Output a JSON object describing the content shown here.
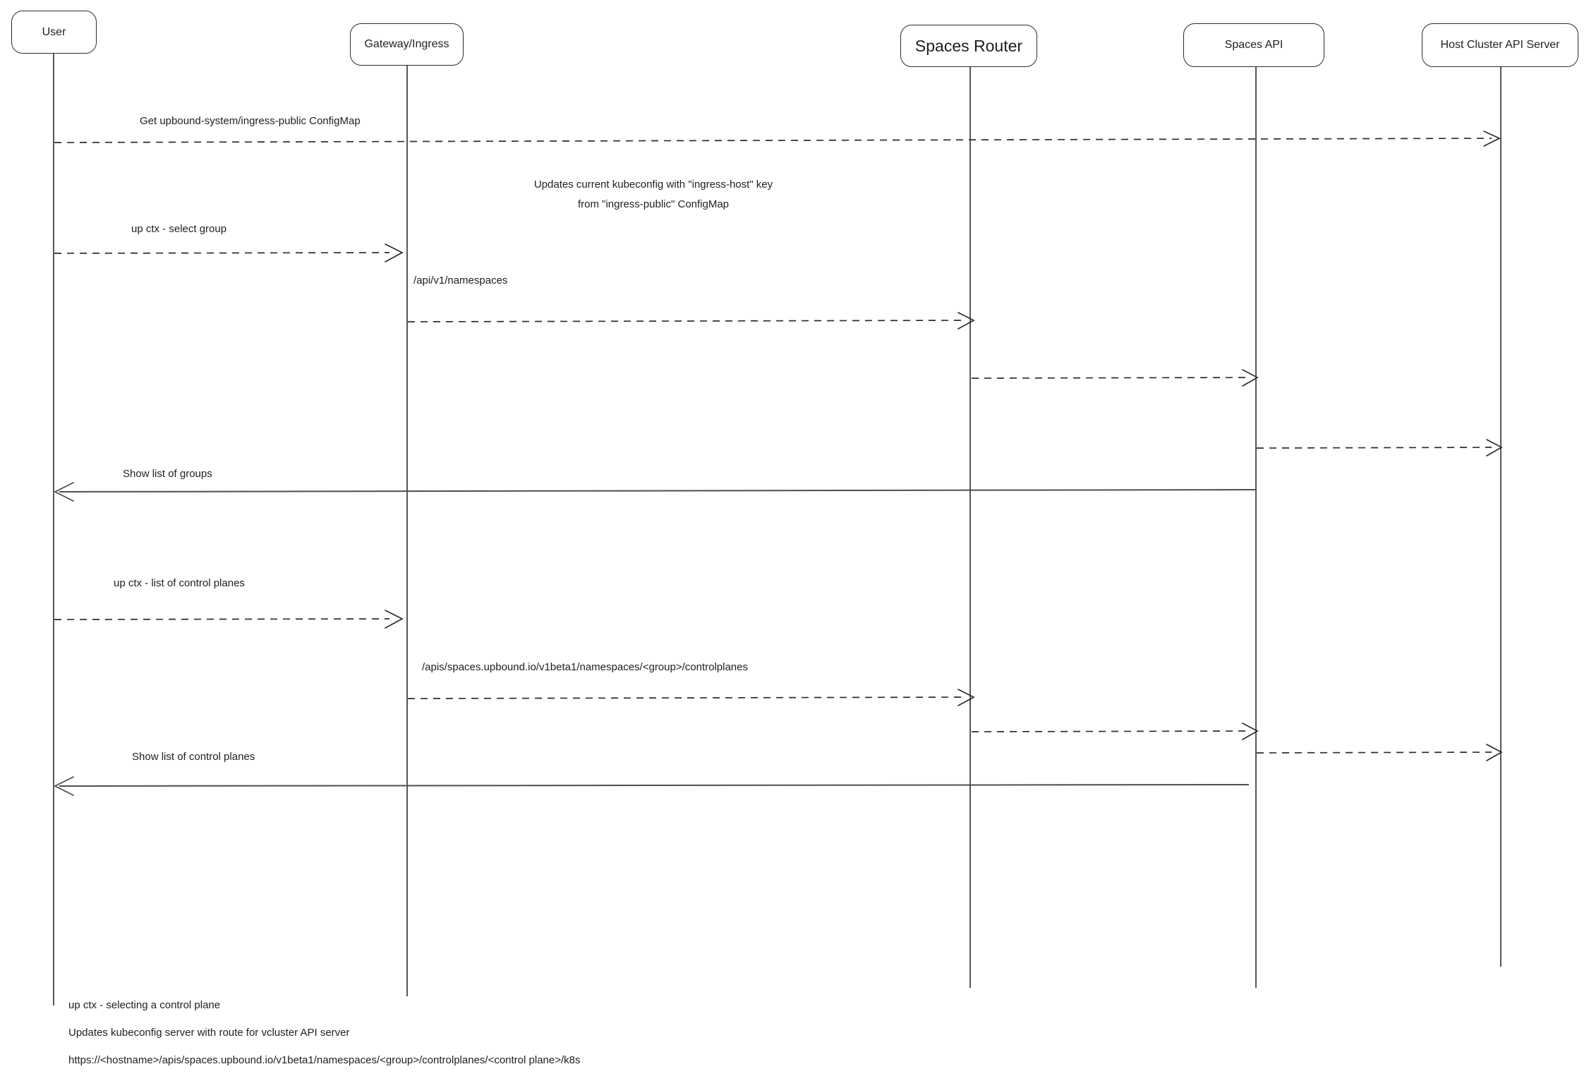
{
  "diagram": {
    "kind": "sequence-diagram",
    "actors": [
      {
        "label": "User"
      },
      {
        "label": "Gateway/Ingress"
      },
      {
        "label": "Spaces Router"
      },
      {
        "label": "Spaces API"
      },
      {
        "label": "Host Cluster API Server"
      }
    ],
    "note": {
      "line1": "Updates current kubeconfig with \"ingress-host\" key",
      "line2": "from \"ingress-public\" ConfigMap"
    },
    "messages": [
      {
        "label": "Get upbound-system/ingress-public ConfigMap",
        "from": "User",
        "to": "Host Cluster API Server",
        "line": "dashed"
      },
      {
        "label": "up ctx - select group",
        "from": "User",
        "to": "Gateway/Ingress",
        "line": "dashed"
      },
      {
        "label": "/api/v1/namespaces",
        "from": "Gateway/Ingress",
        "to": "Spaces Router",
        "line": "dashed"
      },
      {
        "label": "",
        "from": "Spaces Router",
        "to": "Spaces API",
        "line": "dashed"
      },
      {
        "label": "",
        "from": "Spaces API",
        "to": "Host Cluster API Server",
        "line": "dashed"
      },
      {
        "label": "Show list of groups",
        "from": "Spaces API",
        "to": "User",
        "line": "solid"
      },
      {
        "label": "up ctx - list of control planes",
        "from": "User",
        "to": "Gateway/Ingress",
        "line": "dashed"
      },
      {
        "label": "/apis/spaces.upbound.io/v1beta1/namespaces/<group>/controlplanes",
        "from": "Gateway/Ingress",
        "to": "Spaces Router",
        "line": "dashed"
      },
      {
        "label": "",
        "from": "Spaces Router",
        "to": "Spaces API",
        "line": "dashed"
      },
      {
        "label": "",
        "from": "Spaces API",
        "to": "Host Cluster API Server",
        "line": "dashed"
      },
      {
        "label": "Show list of control planes",
        "from": "Spaces API",
        "to": "User",
        "line": "solid"
      }
    ],
    "footnotes": [
      "up ctx - selecting a control plane",
      "Updates kubeconfig server with route for vcluster API server",
      "https://<hostname>/apis/spaces.upbound.io/v1beta1/namespaces/<group>/controlplanes/<control plane>/k8s"
    ],
    "colors": {
      "stroke": "#2d2d2d",
      "return_stroke": "#4f4f4f",
      "text": "#1f1f1f",
      "background": "#ffffff"
    }
  }
}
